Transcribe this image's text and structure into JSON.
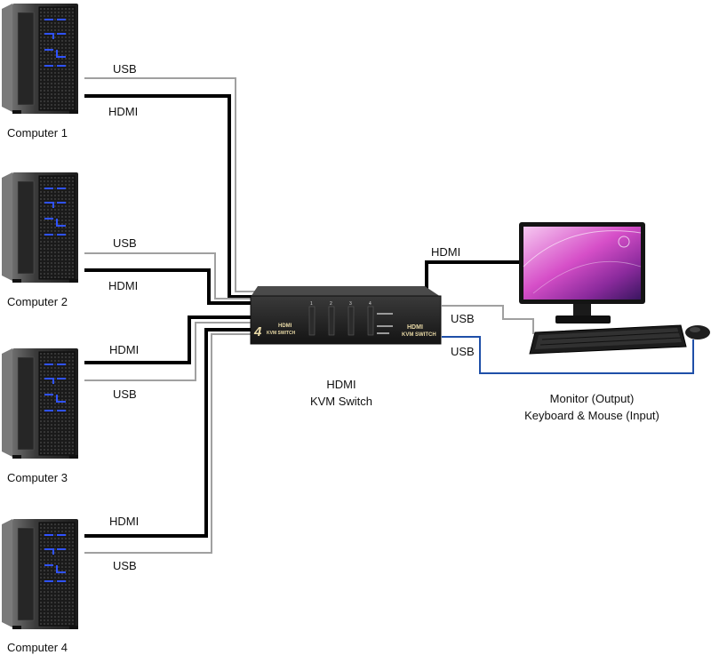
{
  "computers": [
    {
      "label": "Computer 1",
      "cable_top": "USB",
      "cable_bottom": "HDMI"
    },
    {
      "label": "Computer 2",
      "cable_top": "USB",
      "cable_bottom": "HDMI"
    },
    {
      "label": "Computer 3",
      "cable_top": "HDMI",
      "cable_bottom": "USB"
    },
    {
      "label": "Computer 4",
      "cable_top": "HDMI",
      "cable_bottom": "USB"
    }
  ],
  "kvm": {
    "caption_line1": "HDMI",
    "caption_line2": "KVM Switch",
    "device_number": "4",
    "device_brand_line1": "HDMI",
    "device_brand_line2": "KVM SWITCH",
    "port_labels": [
      "1",
      "2",
      "3",
      "4"
    ]
  },
  "outputs": {
    "monitor_cable": "HDMI",
    "keyboard_cable": "USB",
    "mouse_cable": "USB",
    "caption_line1": "Monitor (Output)",
    "caption_line2": "Keyboard & Mouse (Input)"
  },
  "colors": {
    "hdmi_cable": "#000000",
    "usb_cable": "#a0a0a0",
    "mouse_cable": "#1f4fa8",
    "tower_led": "#2f52ff"
  }
}
